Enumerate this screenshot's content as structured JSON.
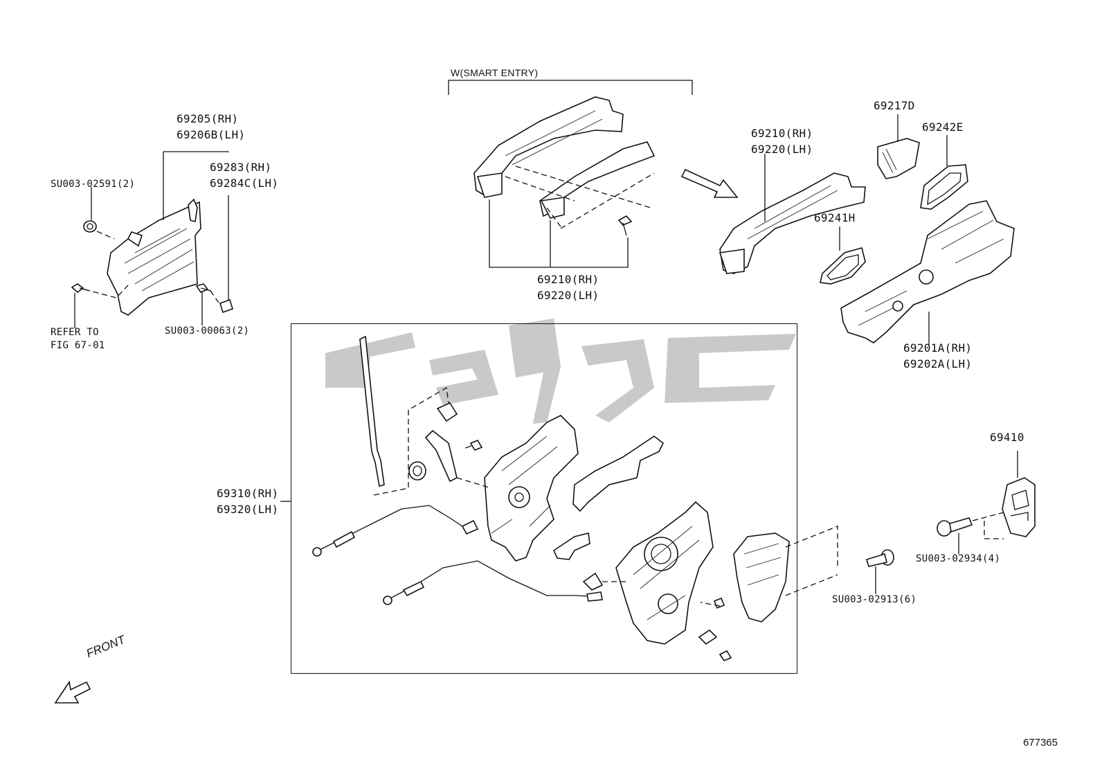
{
  "group": "W(SMART ENTRY)",
  "labels": {
    "l1": "69205(RH)",
    "l2": "69206B(LH)",
    "l3": "69283(RH)",
    "l4": "69284C(LH)",
    "l5": "SU003-02591(2)",
    "l6": "REFER TO",
    "l7": "FIG 67-01",
    "l8": "SU003-00063(2)",
    "l9": "69210(RH)",
    "l10": "69220(LH)",
    "l11": "69210(RH)",
    "l12": "69220(LH)",
    "l13": "69217D",
    "l14": "69242E",
    "l15": "69241H",
    "l16": "69201A(RH)",
    "l17": "69202A(LH)",
    "l18": "69310(RH)",
    "l19": "69320(LH)",
    "l20": "69410",
    "l21": "SU003-02934(4)",
    "l22": "SU003-02913(6)"
  },
  "front_label": "FRONT",
  "diagram_id": "677365",
  "icons": {
    "front-arrow": "front-arrow-icon",
    "direction-arrow": "direction-arrow-icon",
    "watermark": "watermark-logo-icon"
  }
}
